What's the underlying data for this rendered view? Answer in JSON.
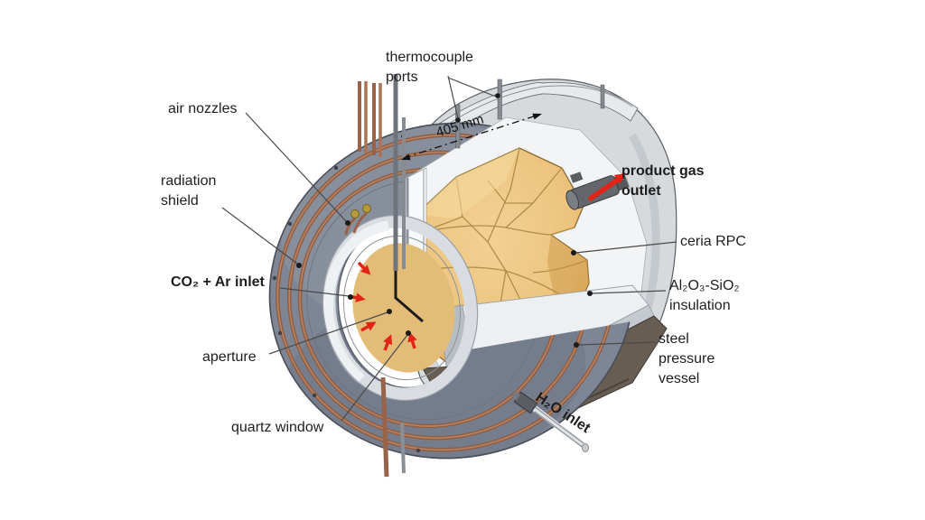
{
  "figure": {
    "type": "solar-reactor-cutaway-diagram",
    "background_color": "#ffffff"
  },
  "labels": {
    "thermocouple_ports": {
      "line1": "thermocouple",
      "line2": "ports"
    },
    "air_nozzles": {
      "line1": "air nozzles"
    },
    "radiation_shield": {
      "line1": "radiation",
      "line2": "shield"
    },
    "co2_ar_inlet": {
      "line1": "CO₂ + Ar inlet"
    },
    "aperture": {
      "line1": "aperture"
    },
    "quartz_window": {
      "line1": "quartz window"
    },
    "dimension_405mm": {
      "line1": "405 mm"
    },
    "product_gas_outlet": {
      "line1": "product gas",
      "line2": "outlet"
    },
    "ceria_rpc": {
      "line1": "ceria RPC"
    },
    "al2o3_sio2_insulation": {
      "line1": "Al₂O₃-SiO₂",
      "line2": "insulation"
    },
    "steel_pressure_vessel": {
      "line1": "steel",
      "line2": "pressure",
      "line3": "vessel"
    },
    "h2o_inlet": {
      "line1": "H₂O inlet"
    }
  },
  "colors": {
    "ceria_rpc_tan": "#ecc47e",
    "copper_coil": "#8f5f45",
    "radiation_shield_gray": "#7e8695",
    "vessel_light_gray": "#d6dadd",
    "vessel_dark_bottom": "#675d52",
    "insulation_white": "#f2f4f6",
    "flux_arrow_red": "#e02418",
    "label_text": "#1e1e1e",
    "leader_line": "#4a4a4a"
  }
}
